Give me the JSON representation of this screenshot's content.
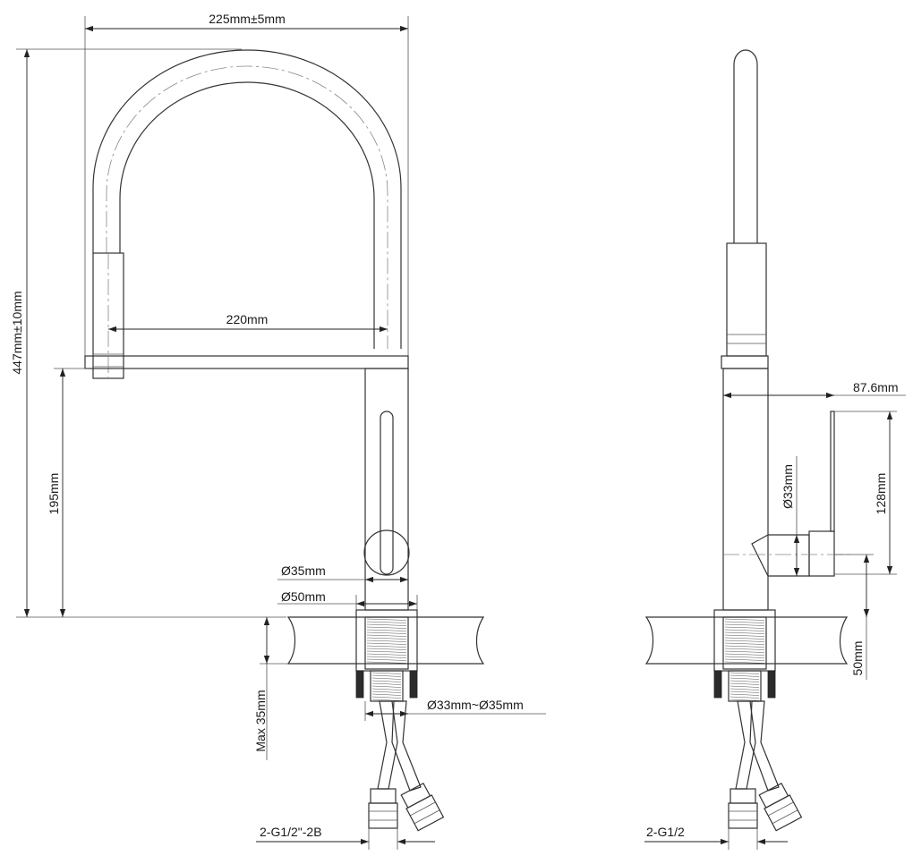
{
  "labels": {
    "width_overall": "225mm±5mm",
    "height_overall": "447mm±10mm",
    "spout_reach": "220mm",
    "spout_height": "195mm",
    "body_diameter": "Ø35mm",
    "base_diameter": "Ø50mm",
    "max_thickness": "Max 35mm",
    "hole_diameter": "Ø33mm~Ø35mm",
    "hose_thread_front": "2-G1/2\"-2B",
    "depth": "87.6mm",
    "side_diameter": "Ø33mm",
    "handle_height": "128mm",
    "side_height": "50mm",
    "hose_thread_side": "2-G1/2"
  },
  "colors": {
    "line": "#333333",
    "hatch": "#666666",
    "background": "#ffffff"
  }
}
